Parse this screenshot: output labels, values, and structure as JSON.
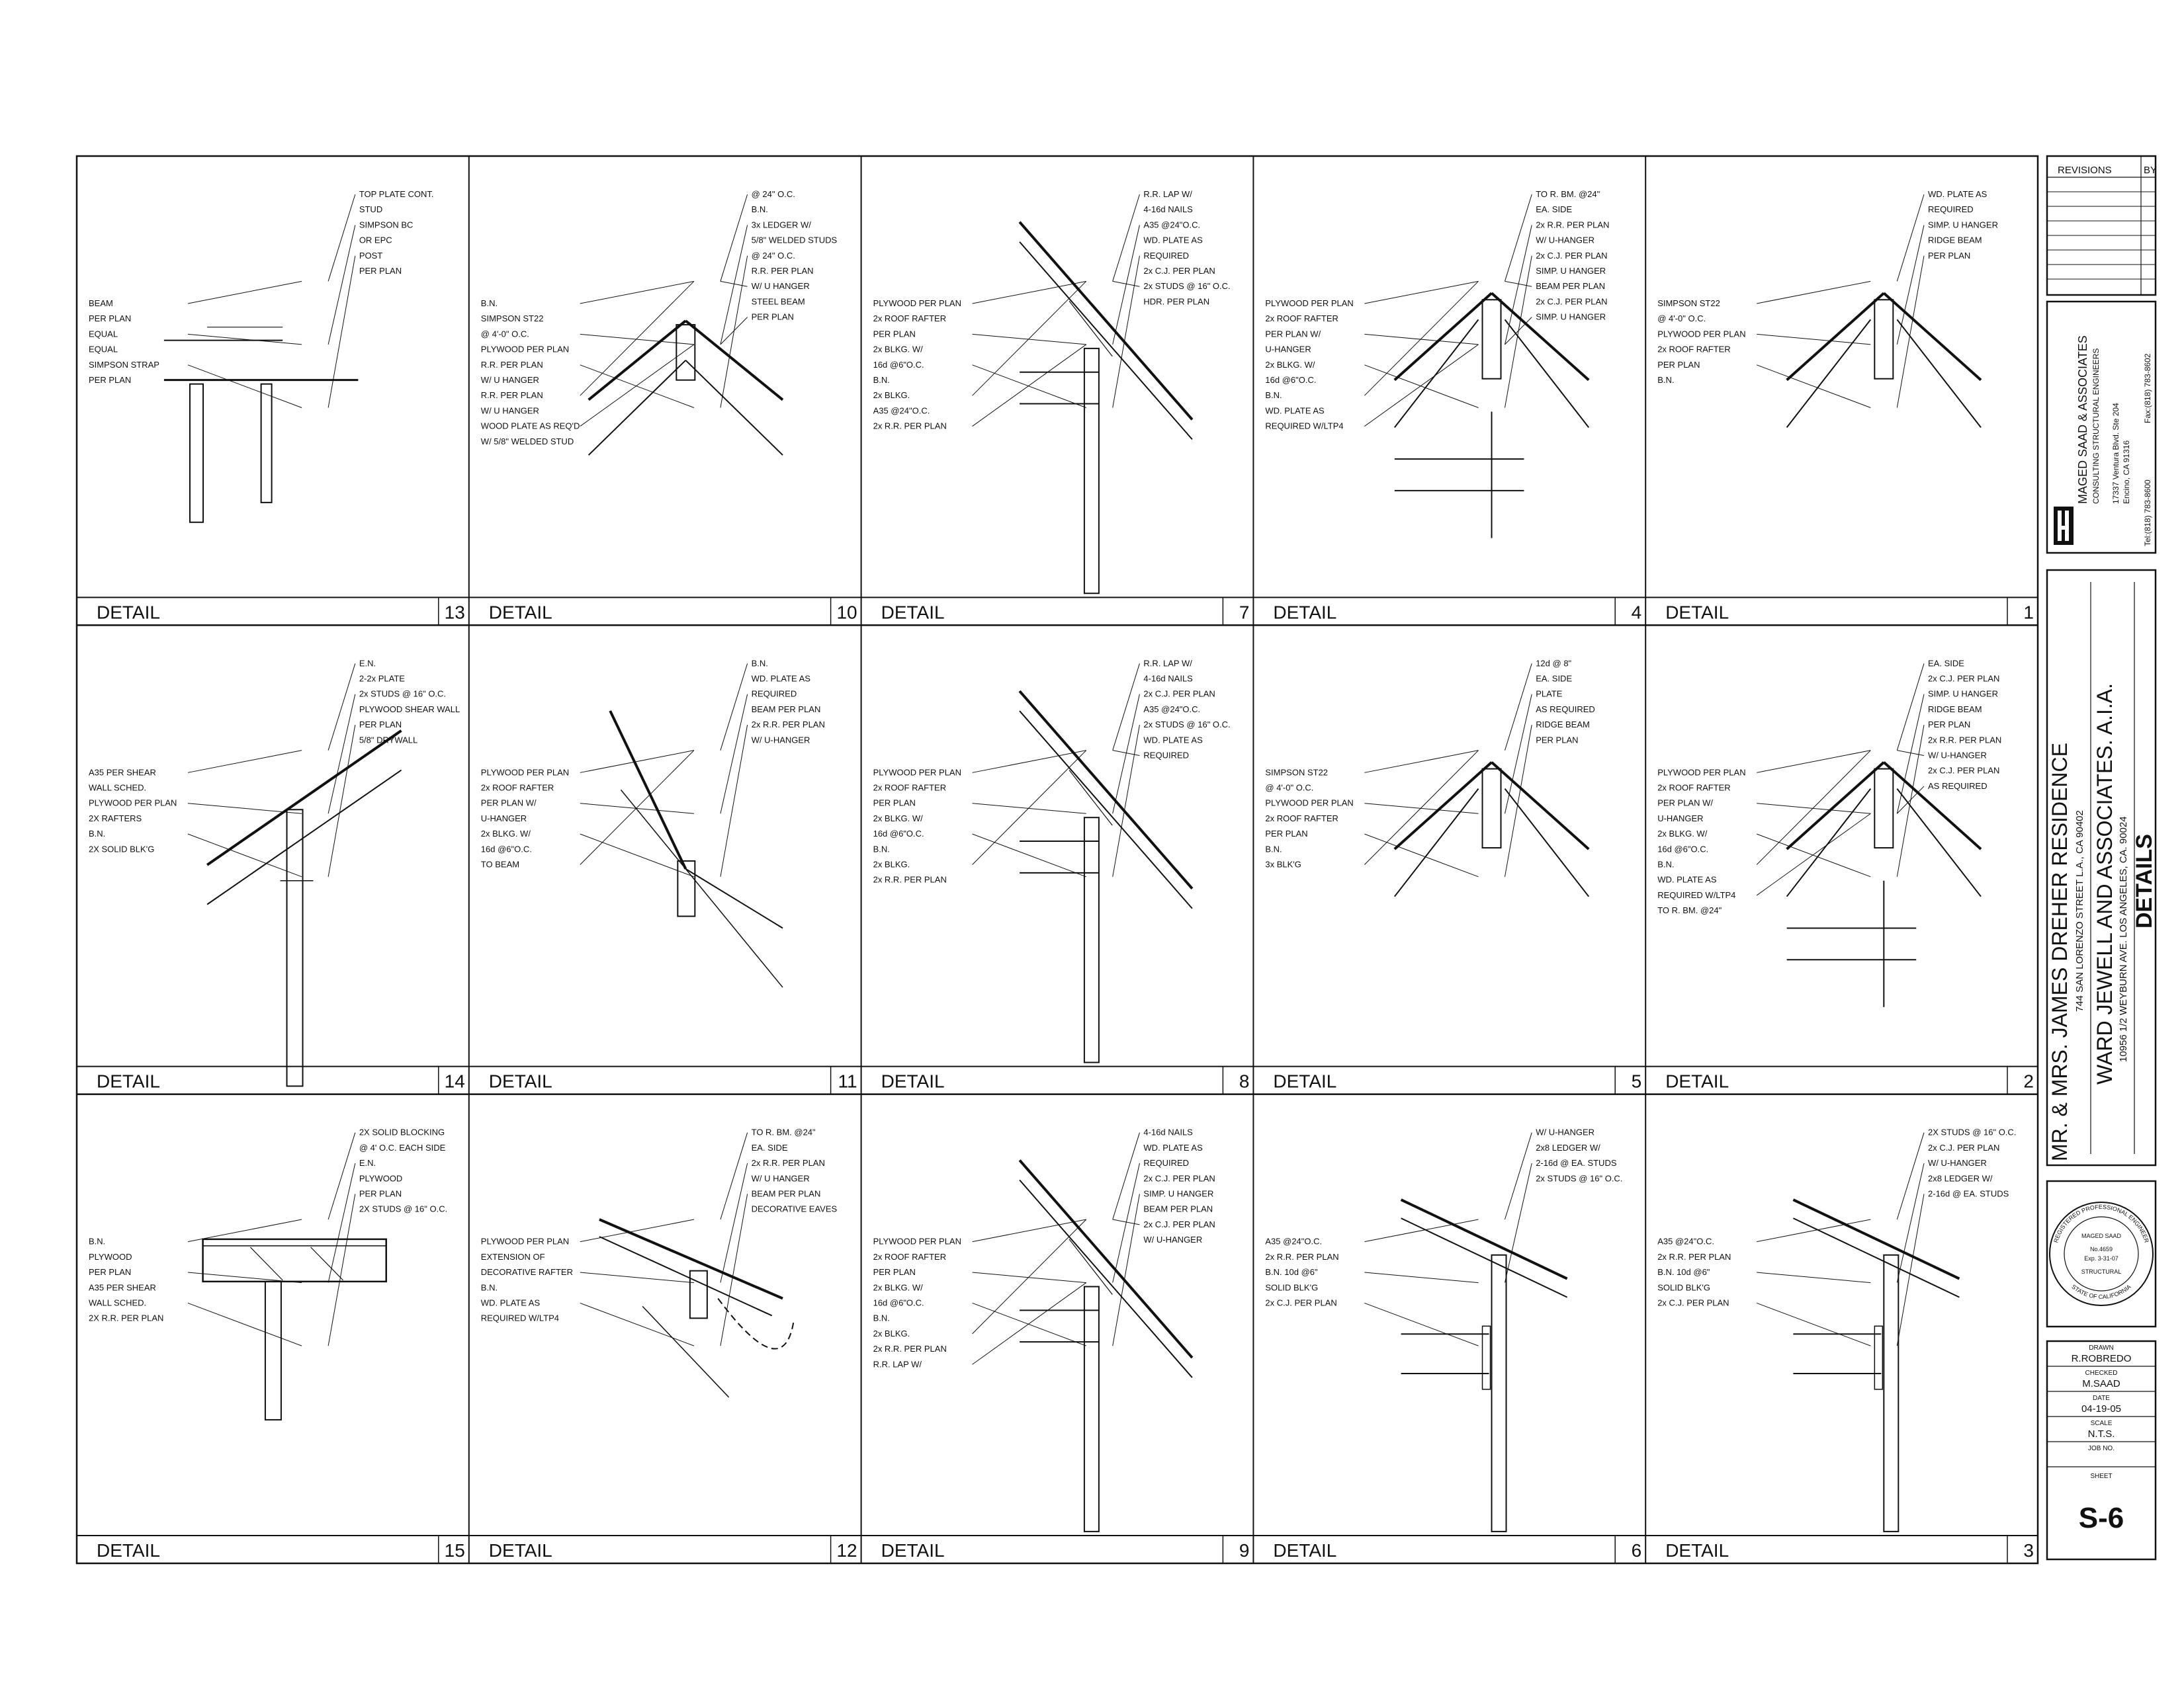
{
  "details": [
    {
      "id": 13,
      "title": "DETAIL",
      "number": "13",
      "notes": [
        "BEAM",
        "PER PLAN",
        "EQUAL",
        "EQUAL",
        "SIMPSON STRAP",
        "PER PLAN",
        "TOP PLATE CONT.",
        "STUD",
        "SIMPSON BC",
        "OR EPC",
        "POST",
        "PER PLAN"
      ]
    },
    {
      "id": 10,
      "title": "DETAIL",
      "number": "10",
      "notes": [
        "B.N.",
        "SIMPSON ST22",
        "@ 4'-0\" O.C.",
        "PLYWOOD PER PLAN",
        "R.R. PER PLAN",
        "W/ U HANGER",
        "R.R. PER PLAN",
        "W/ U HANGER",
        "WOOD PLATE AS REQ'D",
        "W/ 5/8\" WELDED STUD",
        "@ 24\" O.C.",
        "B.N.",
        "3x LEDGER W/",
        "5/8\" WELDED STUDS",
        "@ 24\" O.C.",
        "R.R. PER PLAN",
        "W/ U HANGER",
        "STEEL BEAM",
        "PER PLAN"
      ]
    },
    {
      "id": 7,
      "title": "DETAIL",
      "number": "7",
      "notes": [
        "PLYWOOD PER PLAN",
        "2x ROOF RAFTER",
        "PER PLAN",
        "2x BLKG. W/",
        "16d @6\"O.C.",
        "B.N.",
        "2x BLKG.",
        "A35 @24\"O.C.",
        "2x R.R. PER PLAN",
        "R.R. LAP W/",
        "4-16d NAILS",
        "A35 @24\"O.C.",
        "WD. PLATE AS",
        "REQUIRED",
        "2x C.J. PER PLAN",
        "2x STUDS @ 16\" O.C.",
        "HDR. PER PLAN"
      ]
    },
    {
      "id": 4,
      "title": "DETAIL",
      "number": "4",
      "notes": [
        "PLYWOOD PER PLAN",
        "2x ROOF RAFTER",
        "PER PLAN W/",
        "U-HANGER",
        "2x BLKG. W/",
        "16d @6\"O.C.",
        "B.N.",
        "WD. PLATE AS",
        "REQUIRED W/LTP4",
        "TO R. BM. @24\"",
        "EA. SIDE",
        "2x R.R. PER PLAN",
        "W/ U-HANGER",
        "2x C.J. PER PLAN",
        "SIMP. U HANGER",
        "BEAM PER PLAN",
        "2x C.J. PER PLAN",
        "SIMP. U HANGER"
      ]
    },
    {
      "id": 1,
      "title": "DETAIL",
      "number": "1",
      "notes": [
        "SIMPSON ST22",
        "@ 4'-0\" O.C.",
        "PLYWOOD PER PLAN",
        "2x ROOF RAFTER",
        "PER PLAN",
        "B.N.",
        "WD. PLATE AS",
        "REQUIRED",
        "SIMP. U HANGER",
        "RIDGE BEAM",
        "PER PLAN"
      ]
    },
    {
      "id": 14,
      "title": "DETAIL",
      "number": "14",
      "notes": [
        "A35 PER SHEAR",
        "WALL SCHED.",
        "PLYWOOD PER PLAN",
        "2X RAFTERS",
        "B.N.",
        "2X SOLID BLK'G",
        "E.N.",
        "2-2x PLATE",
        "2x STUDS @ 16\" O.C.",
        "PLYWOOD SHEAR WALL",
        "PER PLAN",
        "5/8\" DRYWALL"
      ]
    },
    {
      "id": 11,
      "title": "DETAIL",
      "number": "11",
      "notes": [
        "PLYWOOD PER PLAN",
        "2x ROOF RAFTER",
        "PER PLAN W/",
        "U-HANGER",
        "2x BLKG. W/",
        "16d @6\"O.C.",
        "TO BEAM",
        "B.N.",
        "WD. PLATE AS",
        "REQUIRED",
        "BEAM PER PLAN",
        "2x R.R. PER PLAN",
        "W/ U-HANGER"
      ]
    },
    {
      "id": 8,
      "title": "DETAIL",
      "number": "8",
      "notes": [
        "PLYWOOD PER PLAN",
        "2x ROOF RAFTER",
        "PER PLAN",
        "2x BLKG. W/",
        "16d @6\"O.C.",
        "B.N.",
        "2x BLKG.",
        "2x R.R. PER PLAN",
        "R.R. LAP W/",
        "4-16d NAILS",
        "2x C.J. PER PLAN",
        "A35 @24\"O.C.",
        "2x STUDS @ 16\" O.C.",
        "WD. PLATE AS",
        "REQUIRED"
      ]
    },
    {
      "id": 5,
      "title": "DETAIL",
      "number": "5",
      "notes": [
        "SIMPSON ST22",
        "@ 4'-0\" O.C.",
        "PLYWOOD PER PLAN",
        "2x ROOF RAFTER",
        "PER PLAN",
        "B.N.",
        "3x BLK'G",
        "12d @ 8\"",
        "EA. SIDE",
        "PLATE",
        "AS REQUIRED",
        "RIDGE BEAM",
        "PER PLAN"
      ]
    },
    {
      "id": 2,
      "title": "DETAIL",
      "number": "2",
      "notes": [
        "PLYWOOD PER PLAN",
        "2x ROOF RAFTER",
        "PER PLAN W/",
        "U-HANGER",
        "2x BLKG. W/",
        "16d @6\"O.C.",
        "B.N.",
        "WD. PLATE AS",
        "REQUIRED W/LTP4",
        "TO R. BM. @24\"",
        "EA. SIDE",
        "2x C.J. PER PLAN",
        "SIMP. U HANGER",
        "RIDGE BEAM",
        "PER PLAN",
        "2x R.R. PER PLAN",
        "W/ U-HANGER",
        "2x C.J. PER PLAN",
        "AS REQUIRED"
      ]
    },
    {
      "id": 15,
      "title": "DETAIL",
      "number": "15",
      "notes": [
        "B.N.",
        "PLYWOOD",
        "PER PLAN",
        "A35 PER SHEAR",
        "WALL SCHED.",
        "2X R.R. PER PLAN",
        "2X SOLID BLOCKING",
        "@ 4' O.C. EACH SIDE",
        "E.N.",
        "PLYWOOD",
        "PER PLAN",
        "2X STUDS @ 16\" O.C."
      ]
    },
    {
      "id": 12,
      "title": "DETAIL",
      "number": "12",
      "notes": [
        "PLYWOOD PER PLAN",
        "EXTENSION OF",
        "DECORATIVE RAFTER",
        "B.N.",
        "WD. PLATE AS",
        "REQUIRED W/LTP4",
        "TO R. BM. @24\"",
        "EA. SIDE",
        "2x R.R. PER PLAN",
        "W/ U HANGER",
        "BEAM PER PLAN",
        "DECORATIVE EAVES"
      ]
    },
    {
      "id": 9,
      "title": "DETAIL",
      "number": "9",
      "notes": [
        "PLYWOOD PER PLAN",
        "2x ROOF RAFTER",
        "PER PLAN",
        "2x BLKG. W/",
        "16d @6\"O.C.",
        "B.N.",
        "2x BLKG.",
        "2x R.R. PER PLAN",
        "R.R. LAP W/",
        "4-16d NAILS",
        "WD. PLATE AS",
        "REQUIRED",
        "2x C.J. PER PLAN",
        "SIMP. U HANGER",
        "BEAM PER PLAN",
        "2x C.J. PER PLAN",
        "W/ U-HANGER"
      ]
    },
    {
      "id": 6,
      "title": "DETAIL",
      "number": "6",
      "notes": [
        "A35 @24\"O.C.",
        "2x R.R. PER PLAN",
        "B.N. 10d @6\"",
        "SOLID BLK'G",
        "2x C.J. PER PLAN",
        "W/ U-HANGER",
        "2x8 LEDGER W/",
        "2-16d @ EA. STUDS",
        "2x STUDS @ 16\" O.C."
      ]
    },
    {
      "id": 3,
      "title": "DETAIL",
      "number": "3",
      "notes": [
        "A35 @24\"O.C.",
        "2x R.R. PER PLAN",
        "B.N. 10d @6\"",
        "SOLID BLK'G",
        "2x C.J. PER PLAN",
        "2X STUDS @ 16\" O.C.",
        "2x C.J. PER PLAN",
        "W/ U-HANGER",
        "2x8 LEDGER W/",
        "2-16d @ EA. STUDS"
      ]
    }
  ],
  "titleblock": {
    "revisions_label": "REVISIONS",
    "by_label": "BY",
    "engineer": {
      "logo": "MS",
      "name": "MAGED SAAD & ASSOCIATES",
      "subtitle": "CONSULTING STRUCTURAL ENGINEERS",
      "address1": "17337 Ventura Blvd. Ste 204",
      "address2": "Encino, CA 91316",
      "tel": "Tel:(818) 783-8600",
      "fax": "Fax:(818) 783-8602"
    },
    "project": {
      "client": "MR. & MRS. JAMES DREHER  RESIDENCE",
      "client_address": "744 SAN LORENZO STREET L.A., CA 90402",
      "architect": "WARD JEWELL AND ASSOCIATES. A.I.A.",
      "architect_address": "10956 1/2 WEYBURN AVE.  LOS ANGELES, CA. 90024",
      "sheet_title": "DETAILS"
    },
    "seal": {
      "ring_top": "REGISTERED PROFESSIONAL ENGINEER",
      "name": "MAGED SAAD",
      "license": "No.4659",
      "expiry": "Exp. 3-31-07",
      "discipline": "STRUCTURAL",
      "ring_bottom": "STATE OF CALIFORNIA"
    },
    "fields": [
      {
        "label": "DRAWN",
        "value": "R.ROBREDO"
      },
      {
        "label": "CHECKED",
        "value": "M.SAAD"
      },
      {
        "label": "DATE",
        "value": "04-19-05"
      },
      {
        "label": "SCALE",
        "value": "N.T.S."
      },
      {
        "label": "JOB NO.",
        "value": ""
      }
    ],
    "sheet_label": "SHEET",
    "sheet_number": "S-6"
  }
}
